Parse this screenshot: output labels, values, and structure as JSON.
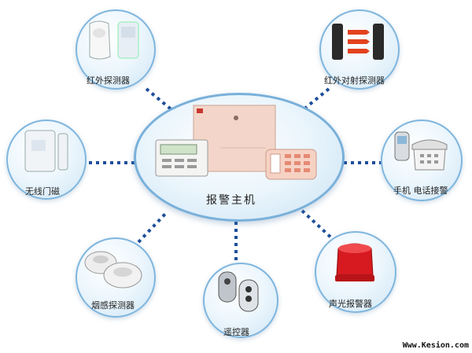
{
  "center": {
    "label": "报警主机"
  },
  "nodes": [
    {
      "id": "pir",
      "label": "红外探测器",
      "icon": "pir-detector-icon"
    },
    {
      "id": "beam",
      "label": "红外对射探测器",
      "icon": "beam-detector-icon"
    },
    {
      "id": "door",
      "label": "无线门磁",
      "icon": "door-magnet-icon"
    },
    {
      "id": "phone",
      "label": "手机 电话接警",
      "icon": "phone-icon"
    },
    {
      "id": "smoke",
      "label": "烟感探测器",
      "icon": "smoke-detector-icon"
    },
    {
      "id": "remote",
      "label": "遥控器",
      "icon": "remote-control-icon"
    },
    {
      "id": "siren",
      "label": "声光报警器",
      "icon": "siren-icon"
    }
  ],
  "watermark": "Www.Kesion.com",
  "colors": {
    "connector": "#1f4e9a",
    "bubble_border": "#7fb6de"
  }
}
